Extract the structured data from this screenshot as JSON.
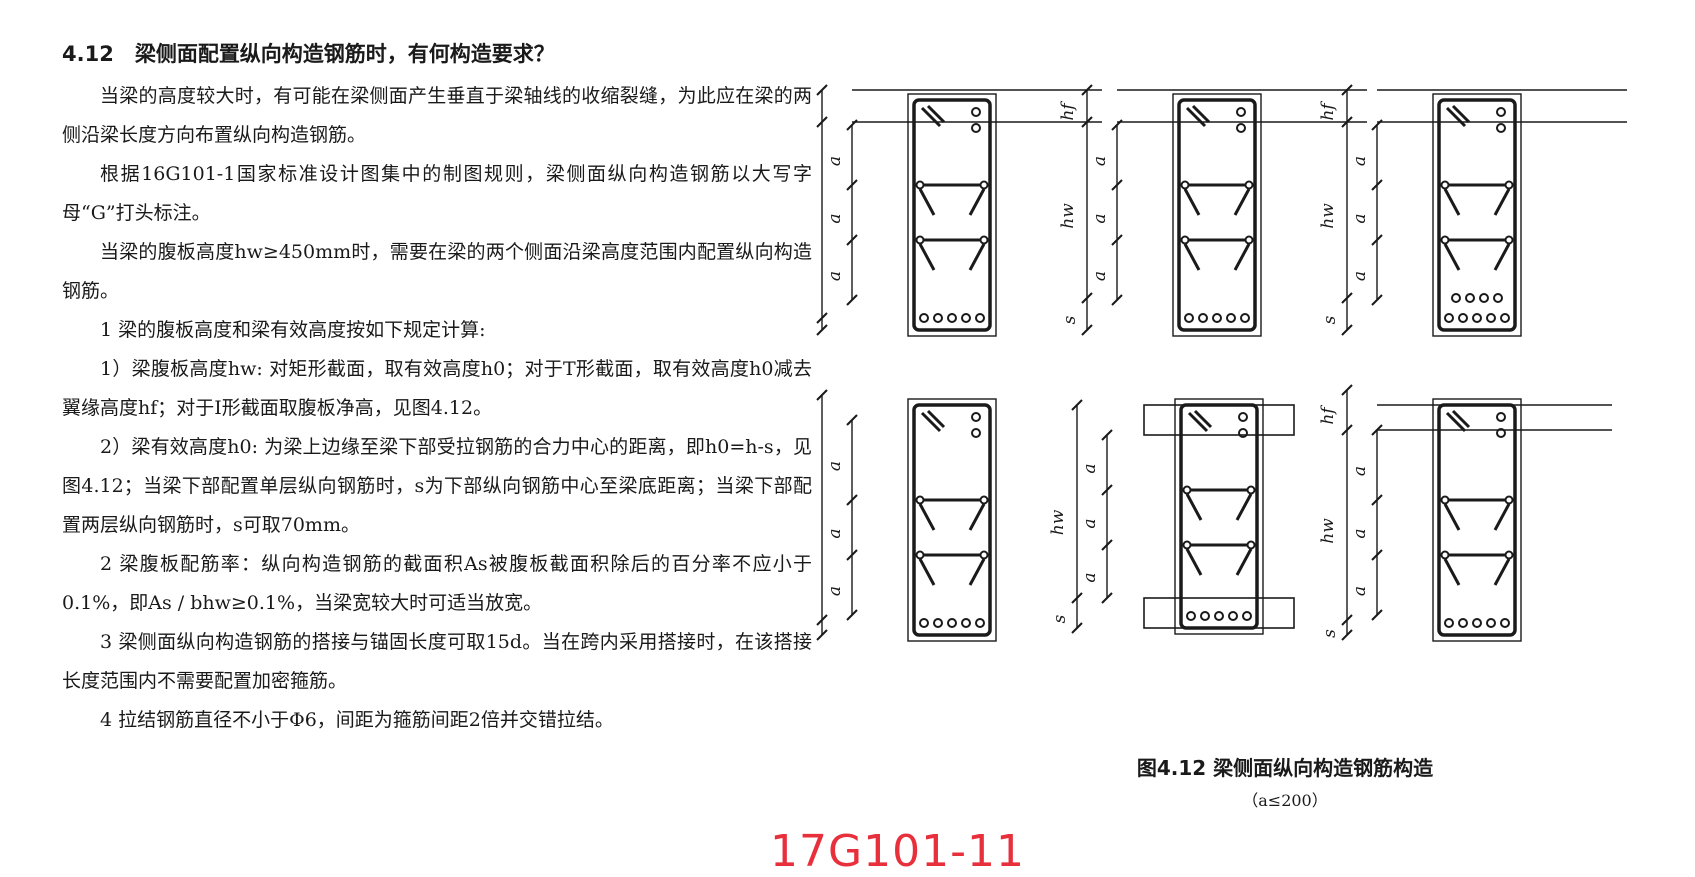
{
  "heading": "4.12　梁侧面配置纵向构造钢筋时，有何构造要求？",
  "paragraphs": {
    "p1": "当梁的高度较大时，有可能在梁侧面产生垂直于梁轴线的收缩裂缝，为此应在梁的两侧沿梁长度方向布置纵向构造钢筋。",
    "p2": "根据16G101-1国家标准设计图集中的制图规则，梁侧面纵向构造钢筋以大写字母“G”打头标注。",
    "p3": "当梁的腹板高度hw≥450mm时，需要在梁的两个侧面沿梁高度范围内配置纵向构造钢筋。",
    "p4": "1 梁的腹板高度和梁有效高度按如下规定计算:",
    "p5": "1）梁腹板高度hw: 对矩形截面，取有效高度h0；对于T形截面，取有效高度h0减去翼缘高度hf；对于I形截面取腹板净高，见图4.12。",
    "p6_main": "2）梁有效高度h0: 为梁上边缘至梁下部受拉钢筋的合力中心的距离，即h0=h-s，见图4.12；当梁下部配置单层纵向钢筋时，s为下部纵向钢筋中心至梁底距离；",
    "p6_highlight": "当梁下部配置两层纵向钢筋时，s可取70mm。",
    "p7": "2 梁腹板配筋率：纵向构造钢筋的截面积As被腹板截面积除后的百分率不应小于0.1%，即As / bhw≥0.1%，当梁宽较大时可适当放宽。",
    "p8": "3 梁侧面纵向构造钢筋的搭接与锚固长度可取15d。当在跨内采用搭接时，在该搭接长度范围内不需要配置加密箍筋。",
    "p9": "4 拉结钢筋直径不小于Φ6，间距为箍筋间距2倍并交错拉结。"
  },
  "figure": {
    "caption": "图4.12 梁侧面纵向构造钢筋构造",
    "subcaption": "（a≤200）",
    "dim_labels": {
      "hf": "hf",
      "hw": "hw",
      "a": "a",
      "s": "s"
    }
  },
  "code_label": "17G101-11",
  "colors": {
    "highlight": "#e8303c",
    "ink": "#1a1a1a"
  }
}
